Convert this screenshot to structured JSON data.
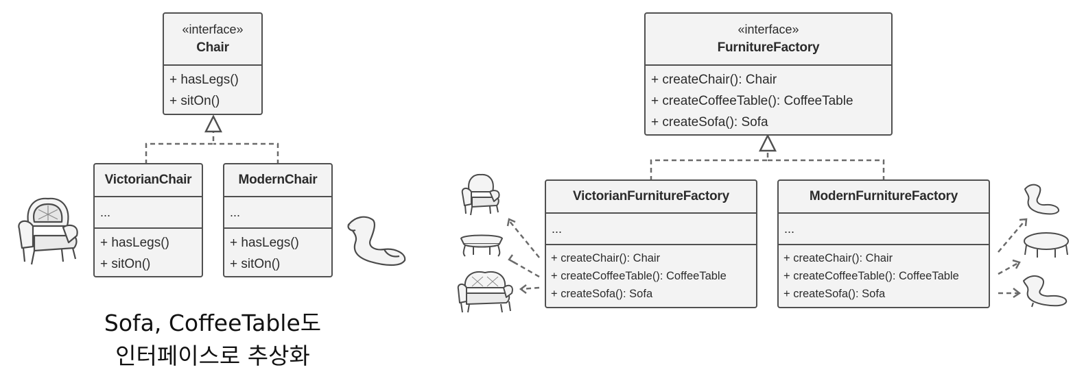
{
  "chair_interface": {
    "stereotype": "«interface»",
    "name": "Chair",
    "operations": [
      "+ hasLegs()",
      "+ sitOn()"
    ]
  },
  "victorian_chair": {
    "name": "VictorianChair",
    "fields": "...",
    "operations": [
      "+ hasLegs()",
      "+ sitOn()"
    ]
  },
  "modern_chair": {
    "name": "ModernChair",
    "fields": "...",
    "operations": [
      "+ hasLegs()",
      "+ sitOn()"
    ]
  },
  "caption": {
    "line1": "Sofa, CoffeeTable도",
    "line2": "인터페이스로 추상화"
  },
  "furniture_factory": {
    "stereotype": "«interface»",
    "name": "FurnitureFactory",
    "operations": [
      "+ createChair(): Chair",
      "+ createCoffeeTable(): CoffeeTable",
      "+ createSofa(): Sofa"
    ]
  },
  "victorian_factory": {
    "name": "VictorianFurnitureFactory",
    "fields": "...",
    "operations": [
      "+ createChair(): Chair",
      "+ createCoffeeTable(): CoffeeTable",
      "+ createSofa(): Sofa"
    ]
  },
  "modern_factory": {
    "name": "ModernFurnitureFactory",
    "fields": "...",
    "operations": [
      "+ createChair(): Chair",
      "+ createCoffeeTable(): CoffeeTable",
      "+ createSofa(): Sofa"
    ]
  },
  "colors": {
    "box_fill": "#f3f3f3",
    "box_border": "#505050",
    "connector": "#6a6a6a"
  },
  "illustrations": [
    "victorian-armchair",
    "modern-chair",
    "victorian-table",
    "victorian-sofa",
    "modern-table",
    "modern-sofa"
  ]
}
